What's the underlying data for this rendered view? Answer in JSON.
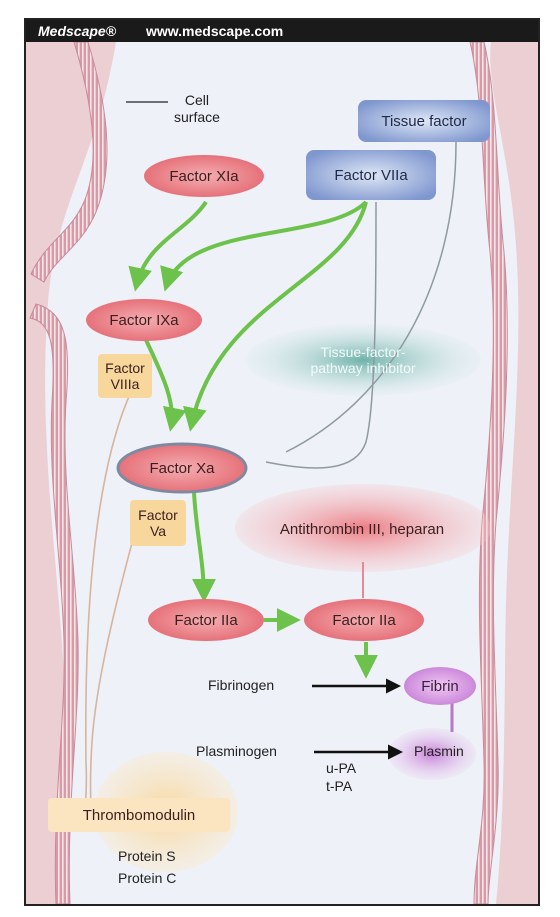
{
  "header": {
    "brand": "Medscape®",
    "url": "www.medscape.com"
  },
  "labels": {
    "cell_surface_line1": "Cell",
    "cell_surface_line2": "surface",
    "tissue_factor": "Tissue factor",
    "factor_viia": "Factor VIIa",
    "factor_xia": "Factor XIa",
    "factor_ixa": "Factor IXa",
    "factor_viiia_line1": "Factor",
    "factor_viiia_line2": "VIIIa",
    "tfpi_line1": "Tissue-factor-",
    "tfpi_line2": "pathway inhibitor",
    "factor_xa": "Factor Xa",
    "factor_va_line1": "Factor",
    "factor_va_line2": "Va",
    "antithrombin": "Antithrombin III, heparan",
    "factor_iia_left": "Factor IIa",
    "factor_iia_right": "Factor IIa",
    "fibrinogen": "Fibrinogen",
    "fibrin": "Fibrin",
    "plasminogen": "Plasminogen",
    "plasmin": "Plasmin",
    "upa": "u-PA",
    "tpa": "t-PA",
    "thrombomodulin": "Thrombomodulin",
    "protein_s": "Protein S",
    "protein_c": "Protein C"
  },
  "colors": {
    "factor_red": "#e9747c",
    "factor_blue": "#8fa6d6",
    "inhibitor_teal": "#a8d2cc",
    "cofactor_orange": "#f7d39a",
    "fibrin_purple": "#d49ce0",
    "arrow_green": "#6cc24a",
    "cell_wall": "#d9a3ad",
    "background": "#f4ecec"
  }
}
